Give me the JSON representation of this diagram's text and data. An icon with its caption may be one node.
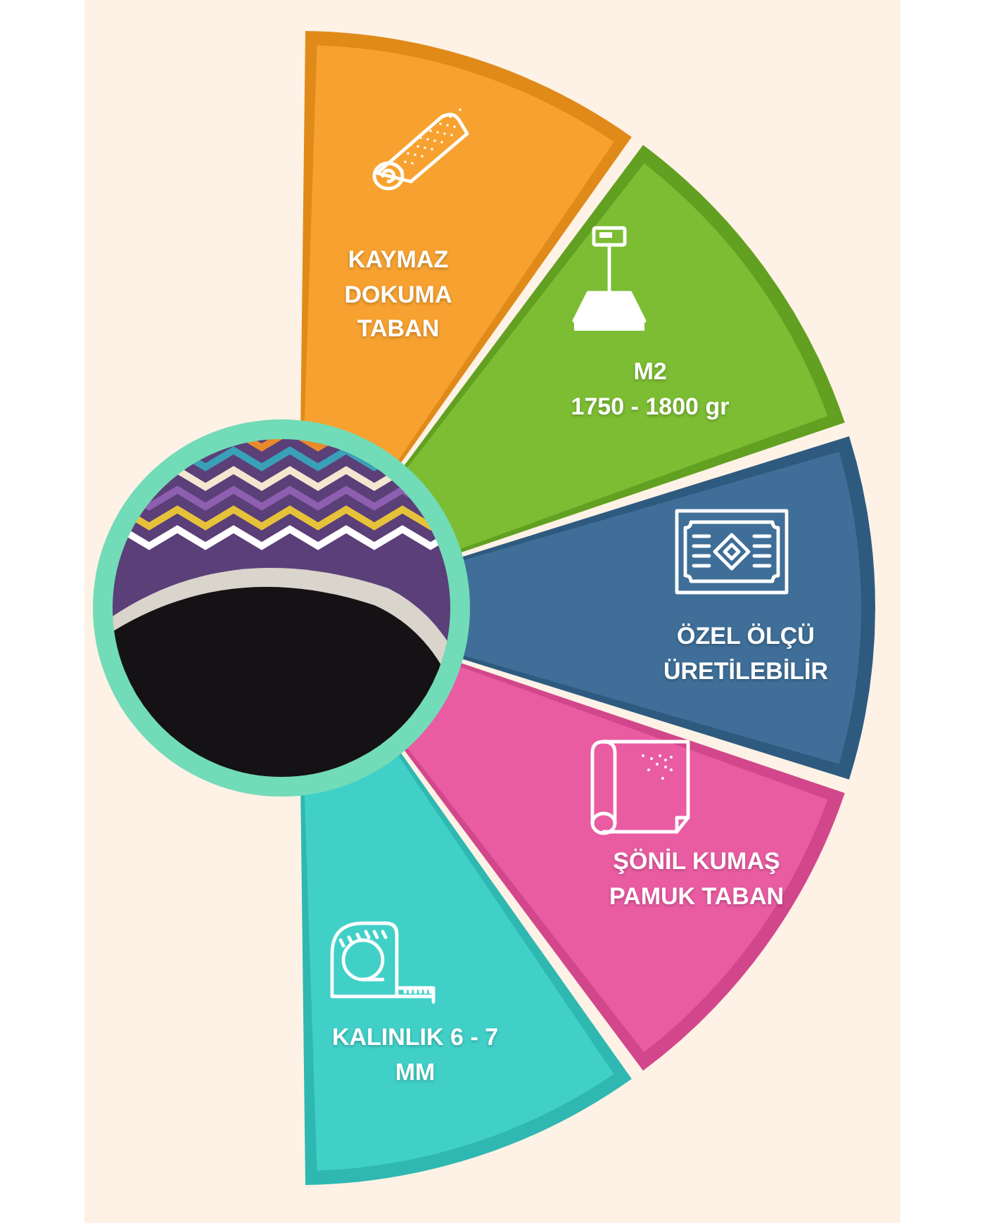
{
  "diagram": {
    "nodes": [
      {
        "text": [
          "KAYMAZ DOKUMA TABAN"
        ]
      },
      {
        "text": [
          "M2",
          "1750 - 1800 gr"
        ]
      },
      {
        "text": [
          "ÖZEL ÖLÇÜ ÜRETİLEBİLİR"
        ]
      },
      {
        "text": [
          "ŞÖNİL KUMAŞ PAMUK TABAN"
        ]
      },
      {
        "text": [
          "KALINLIK 6 - 7 MM"
        ]
      },
      {
        "text": [],
        "shape": "picture"
      }
    ]
  }
}
